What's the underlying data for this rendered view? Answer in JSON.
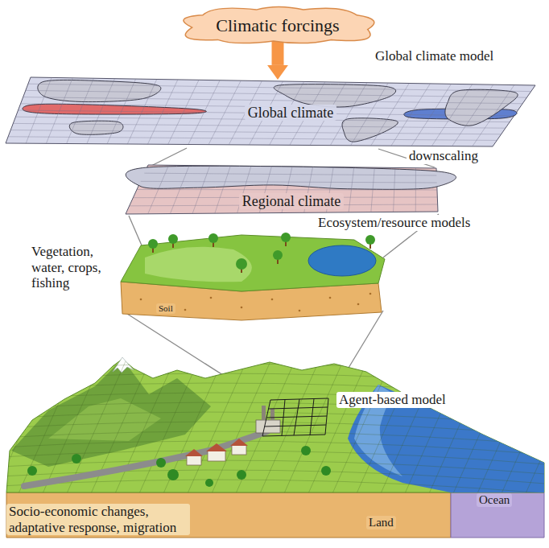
{
  "diagram": {
    "nodes": [
      {
        "text": [
          "Climatic forcings"
        ]
      },
      {
        "text": [
          "Global climate"
        ]
      },
      {
        "text": [
          "Regional climate"
        ]
      }
    ],
    "edges": [
      {
        "from": 0,
        "to": 1,
        "arrow": "to"
      }
    ],
    "labels": [
      "Global climate model",
      "downscaling",
      "Ecosystem/resource models",
      "Vegetation, water, crops, fishing",
      "Soil",
      "Agent-based model",
      "Socio-economic changes, adaptative response, migration",
      "Ocean",
      "Land"
    ]
  }
}
